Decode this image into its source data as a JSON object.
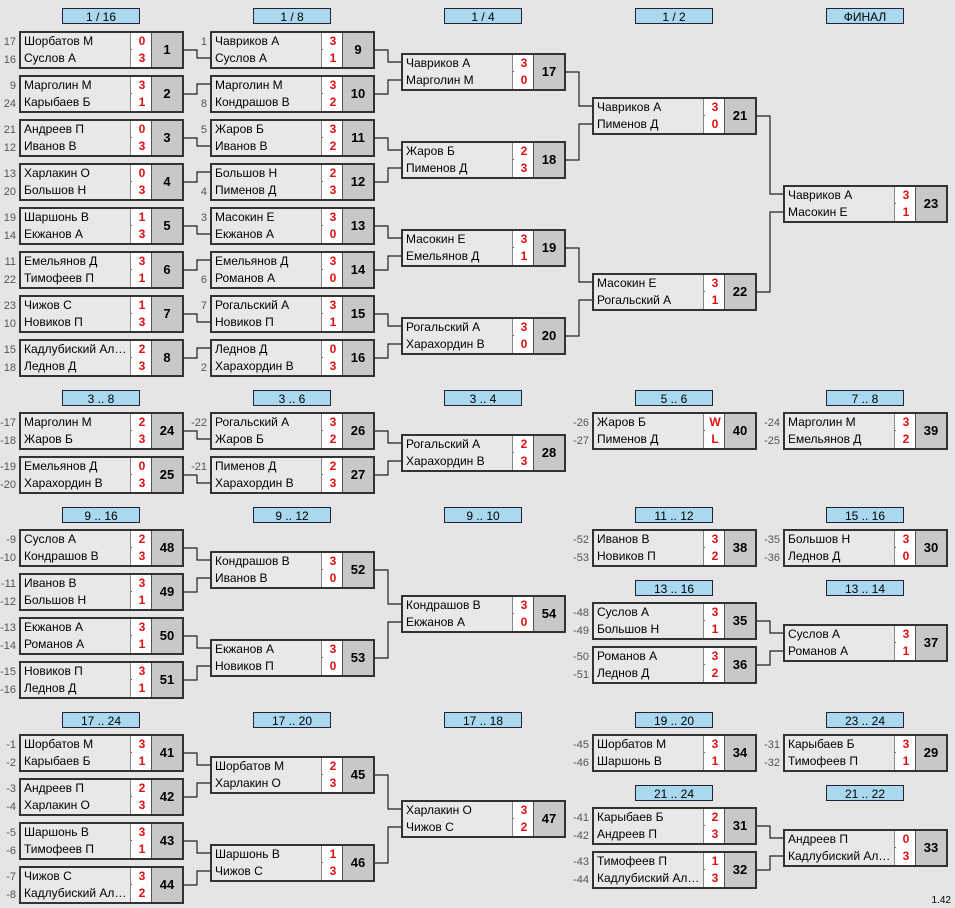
{
  "rounds": [
    "1 / 16",
    "1 / 8",
    "1 / 4",
    "1 / 2",
    "ФИНАЛ",
    "3 .. 8",
    "3 .. 6",
    "3 .. 4",
    "5 .. 6",
    "7 .. 8",
    "9 .. 16",
    "9 .. 12",
    "9 .. 10",
    "11 .. 12",
    "15 .. 16",
    "13 .. 16",
    "13 .. 14",
    "17 .. 24",
    "17 .. 20",
    "17 .. 18",
    "19 .. 20",
    "23 .. 24",
    "21 .. 24",
    "21 .. 22"
  ],
  "matches": [
    {
      "num": "1",
      "p1": "Шорбатов М",
      "s1": "0",
      "p2": "Суслов А",
      "s2": "3",
      "d1": "17",
      "d2": "16"
    },
    {
      "num": "2",
      "p1": "Марголин М",
      "s1": "3",
      "p2": "Карыбаев Б",
      "s2": "1",
      "d1": "9",
      "d2": "24"
    },
    {
      "num": "3",
      "p1": "Андреев П",
      "s1": "0",
      "p2": "Иванов В",
      "s2": "3",
      "d1": "21",
      "d2": "12"
    },
    {
      "num": "4",
      "p1": "Харлакин О",
      "s1": "0",
      "p2": "Большов Н",
      "s2": "3",
      "d1": "13",
      "d2": "20"
    },
    {
      "num": "5",
      "p1": "Шаршонь В",
      "s1": "1",
      "p2": "Екжанов А",
      "s2": "3",
      "d1": "19",
      "d2": "14"
    },
    {
      "num": "6",
      "p1": "Емельянов Д",
      "s1": "3",
      "p2": "Тимофеев П",
      "s2": "1",
      "d1": "11",
      "d2": "22"
    },
    {
      "num": "7",
      "p1": "Чижов С",
      "s1": "1",
      "p2": "Новиков П",
      "s2": "3",
      "d1": "23",
      "d2": "10"
    },
    {
      "num": "8",
      "p1": "Кадлубиский Александр",
      "s1": "2",
      "p2": "Леднов Д",
      "s2": "3",
      "d1": "15",
      "d2": "18"
    },
    {
      "num": "9",
      "p1": "Чавриков А",
      "s1": "3",
      "p2": "Суслов А",
      "s2": "1",
      "d1": "1",
      "d2": ""
    },
    {
      "num": "10",
      "p1": "Марголин М",
      "s1": "3",
      "p2": "Кондрашов В",
      "s2": "2",
      "d1": "",
      "d2": "8"
    },
    {
      "num": "11",
      "p1": "Жаров Б",
      "s1": "3",
      "p2": "Иванов В",
      "s2": "2",
      "d1": "5",
      "d2": ""
    },
    {
      "num": "12",
      "p1": "Большов Н",
      "s1": "2",
      "p2": "Пименов Д",
      "s2": "3",
      "d1": "",
      "d2": "4"
    },
    {
      "num": "13",
      "p1": "Масокин Е",
      "s1": "3",
      "p2": "Екжанов А",
      "s2": "0",
      "d1": "3",
      "d2": ""
    },
    {
      "num": "14",
      "p1": "Емельянов Д",
      "s1": "3",
      "p2": "Романов А",
      "s2": "0",
      "d1": "",
      "d2": "6"
    },
    {
      "num": "15",
      "p1": "Рогальский А",
      "s1": "3",
      "p2": "Новиков П",
      "s2": "1",
      "d1": "7",
      "d2": ""
    },
    {
      "num": "16",
      "p1": "Леднов Д",
      "s1": "0",
      "p2": "Харахордин В",
      "s2": "3",
      "d1": "",
      "d2": "2"
    },
    {
      "num": "17",
      "p1": "Чавриков А",
      "s1": "3",
      "p2": "Марголин М",
      "s2": "0",
      "d1": "",
      "d2": ""
    },
    {
      "num": "18",
      "p1": "Жаров Б",
      "s1": "2",
      "p2": "Пименов Д",
      "s2": "3",
      "d1": "",
      "d2": ""
    },
    {
      "num": "19",
      "p1": "Масокин Е",
      "s1": "3",
      "p2": "Емельянов Д",
      "s2": "1",
      "d1": "",
      "d2": ""
    },
    {
      "num": "20",
      "p1": "Рогальский А",
      "s1": "3",
      "p2": "Харахордин В",
      "s2": "0",
      "d1": "",
      "d2": ""
    },
    {
      "num": "21",
      "p1": "Чавриков А",
      "s1": "3",
      "p2": "Пименов Д",
      "s2": "0",
      "d1": "",
      "d2": ""
    },
    {
      "num": "22",
      "p1": "Масокин Е",
      "s1": "3",
      "p2": "Рогальский А",
      "s2": "1",
      "d1": "",
      "d2": ""
    },
    {
      "num": "23",
      "p1": "Чавриков А",
      "s1": "3",
      "p2": "Масокин Е",
      "s2": "1",
      "d1": "",
      "d2": ""
    },
    {
      "num": "24",
      "p1": "Марголин М",
      "s1": "2",
      "p2": "Жаров Б",
      "s2": "3",
      "d1": "-17",
      "d2": "-18"
    },
    {
      "num": "25",
      "p1": "Емельянов Д",
      "s1": "0",
      "p2": "Харахордин В",
      "s2": "3",
      "d1": "-19",
      "d2": "-20"
    },
    {
      "num": "26",
      "p1": "Рогальский А",
      "s1": "3",
      "p2": "Жаров Б",
      "s2": "2",
      "d1": "-22",
      "d2": ""
    },
    {
      "num": "27",
      "p1": "Пименов Д",
      "s1": "2",
      "p2": "Харахордин В",
      "s2": "3",
      "d1": "-21",
      "d2": ""
    },
    {
      "num": "28",
      "p1": "Рогальский А",
      "s1": "2",
      "p2": "Харахордин В",
      "s2": "3",
      "d1": "",
      "d2": ""
    },
    {
      "num": "40",
      "p1": "Жаров Б",
      "s1": "W",
      "p2": "Пименов Д",
      "s2": "L",
      "d1": "-26",
      "d2": "-27"
    },
    {
      "num": "39",
      "p1": "Марголин М",
      "s1": "3",
      "p2": "Емельянов Д",
      "s2": "2",
      "d1": "-24",
      "d2": "-25"
    },
    {
      "num": "48",
      "p1": "Суслов А",
      "s1": "2",
      "p2": "Кондрашов В",
      "s2": "3",
      "d1": "-9",
      "d2": "-10"
    },
    {
      "num": "49",
      "p1": "Иванов В",
      "s1": "3",
      "p2": "Большов Н",
      "s2": "1",
      "d1": "-11",
      "d2": "-12"
    },
    {
      "num": "50",
      "p1": "Екжанов А",
      "s1": "3",
      "p2": "Романов А",
      "s2": "1",
      "d1": "-13",
      "d2": "-14"
    },
    {
      "num": "51",
      "p1": "Новиков П",
      "s1": "3",
      "p2": "Леднов Д",
      "s2": "1",
      "d1": "-15",
      "d2": "-16"
    },
    {
      "num": "52",
      "p1": "Кондрашов В",
      "s1": "3",
      "p2": "Иванов В",
      "s2": "0",
      "d1": "",
      "d2": ""
    },
    {
      "num": "53",
      "p1": "Екжанов А",
      "s1": "3",
      "p2": "Новиков П",
      "s2": "0",
      "d1": "",
      "d2": ""
    },
    {
      "num": "54",
      "p1": "Кондрашов В",
      "s1": "3",
      "p2": "Екжанов А",
      "s2": "0",
      "d1": "",
      "d2": ""
    },
    {
      "num": "38",
      "p1": "Иванов В",
      "s1": "3",
      "p2": "Новиков П",
      "s2": "2",
      "d1": "-52",
      "d2": "-53"
    },
    {
      "num": "30",
      "p1": "Большов Н",
      "s1": "3",
      "p2": "Леднов Д",
      "s2": "0",
      "d1": "-35",
      "d2": "-36"
    },
    {
      "num": "35",
      "p1": "Суслов А",
      "s1": "3",
      "p2": "Большов Н",
      "s2": "1",
      "d1": "-48",
      "d2": "-49"
    },
    {
      "num": "36",
      "p1": "Романов А",
      "s1": "3",
      "p2": "Леднов Д",
      "s2": "2",
      "d1": "-50",
      "d2": "-51"
    },
    {
      "num": "37",
      "p1": "Суслов А",
      "s1": "3",
      "p2": "Романов А",
      "s2": "1",
      "d1": "",
      "d2": ""
    },
    {
      "num": "41",
      "p1": "Шорбатов М",
      "s1": "3",
      "p2": "Карыбаев Б",
      "s2": "1",
      "d1": "-1",
      "d2": "-2"
    },
    {
      "num": "42",
      "p1": "Андреев П",
      "s1": "2",
      "p2": "Харлакин О",
      "s2": "3",
      "d1": "-3",
      "d2": "-4"
    },
    {
      "num": "43",
      "p1": "Шаршонь В",
      "s1": "3",
      "p2": "Тимофеев П",
      "s2": "1",
      "d1": "-5",
      "d2": "-6"
    },
    {
      "num": "44",
      "p1": "Чижов С",
      "s1": "3",
      "p2": "Кадлубиский Александр",
      "s2": "2",
      "d1": "-7",
      "d2": "-8"
    },
    {
      "num": "45",
      "p1": "Шорбатов М",
      "s1": "2",
      "p2": "Харлакин О",
      "s2": "3",
      "d1": "",
      "d2": ""
    },
    {
      "num": "46",
      "p1": "Шаршонь В",
      "s1": "1",
      "p2": "Чижов С",
      "s2": "3",
      "d1": "",
      "d2": ""
    },
    {
      "num": "47",
      "p1": "Харлакин О",
      "s1": "3",
      "p2": "Чижов С",
      "s2": "2",
      "d1": "",
      "d2": ""
    },
    {
      "num": "34",
      "p1": "Шорбатов М",
      "s1": "3",
      "p2": "Шаршонь В",
      "s2": "1",
      "d1": "-45",
      "d2": "-46"
    },
    {
      "num": "29",
      "p1": "Карыбаев Б",
      "s1": "3",
      "p2": "Тимофеев П",
      "s2": "1",
      "d1": "-31",
      "d2": "-32"
    },
    {
      "num": "31",
      "p1": "Карыбаев Б",
      "s1": "2",
      "p2": "Андреев П",
      "s2": "3",
      "d1": "-41",
      "d2": "-42"
    },
    {
      "num": "32",
      "p1": "Тимофеев П",
      "s1": "1",
      "p2": "Кадлубиский Александр",
      "s2": "3",
      "d1": "-43",
      "d2": "-44"
    },
    {
      "num": "33",
      "p1": "Андреев П",
      "s1": "0",
      "p2": "Кадлубиский Александр",
      "s2": "3",
      "d1": "",
      "d2": ""
    }
  ],
  "version": "1.42"
}
